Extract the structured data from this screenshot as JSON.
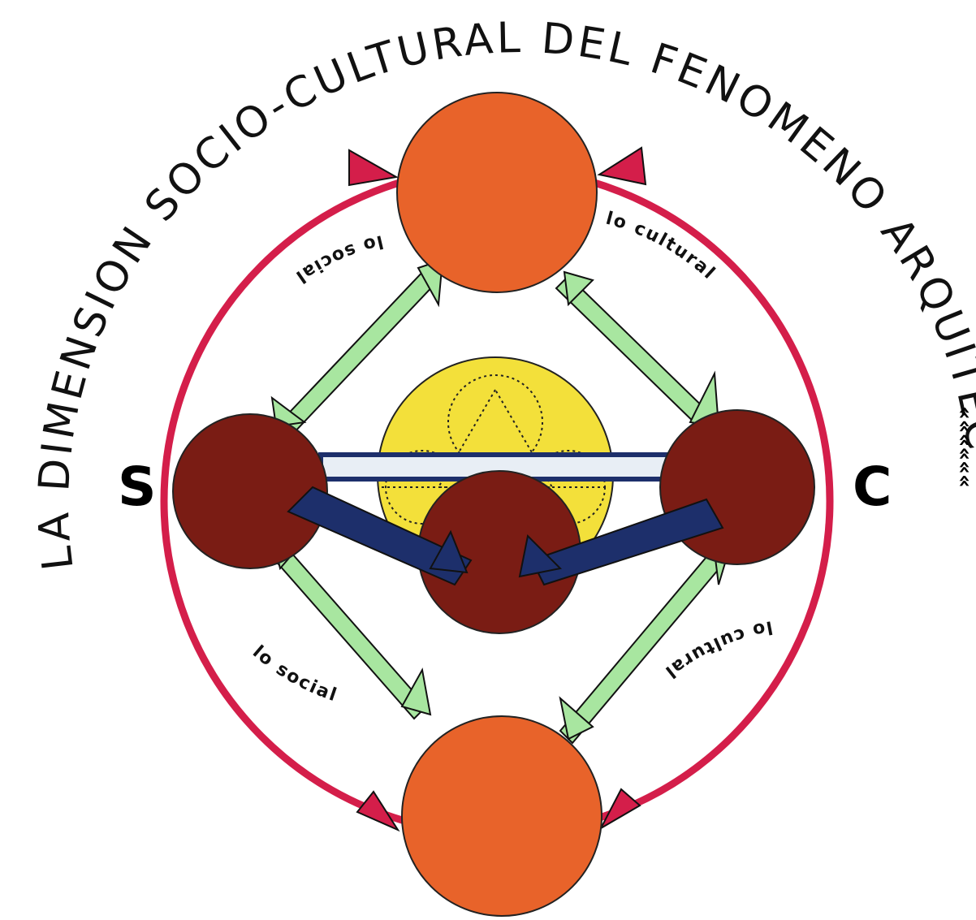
{
  "title": "LA DIMENSION SOCIO-CULTURAL DEL FENOMENO ARQUITECTONICO",
  "chevrons": "««««««",
  "side_letters": {
    "left": "S",
    "right": "C"
  },
  "labels": {
    "top_left": "lo social",
    "top_right": "lo cultural",
    "bottom_left": "lo social",
    "bottom_right": "lo cultural"
  },
  "colors": {
    "orange_sphere": "#e8632a",
    "brown_sphere": "#7a1c14",
    "yellow_sphere": "#f3e03a",
    "red_ring": "#d41e4a",
    "green_arrow": "#a8e6a0",
    "navy_arrow": "#1d2f6b",
    "ink": "#111111"
  }
}
